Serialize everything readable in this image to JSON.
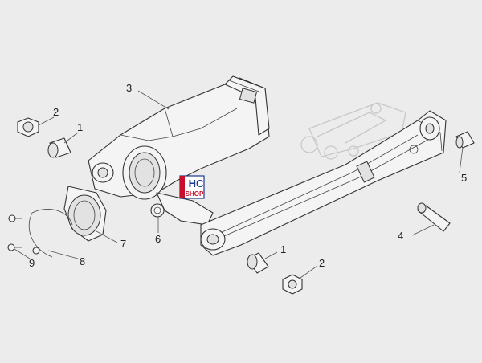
{
  "labels": {
    "bolt_top": "1",
    "nut_top": "2",
    "swingarm": "3",
    "pin_right": "4",
    "bushing_right": "5",
    "o_ring": "6",
    "bearing_cover": "7",
    "seal_ring": "8",
    "screw": "9",
    "bolt_bottom": "1",
    "nut_bottom": "2"
  },
  "watermark": {
    "top": "HC",
    "bottom": "SHOP"
  },
  "colors": {
    "background": "#ececec",
    "line": "#333333",
    "logo_red": "#c8102e",
    "logo_blue": "#1b3a8c"
  }
}
